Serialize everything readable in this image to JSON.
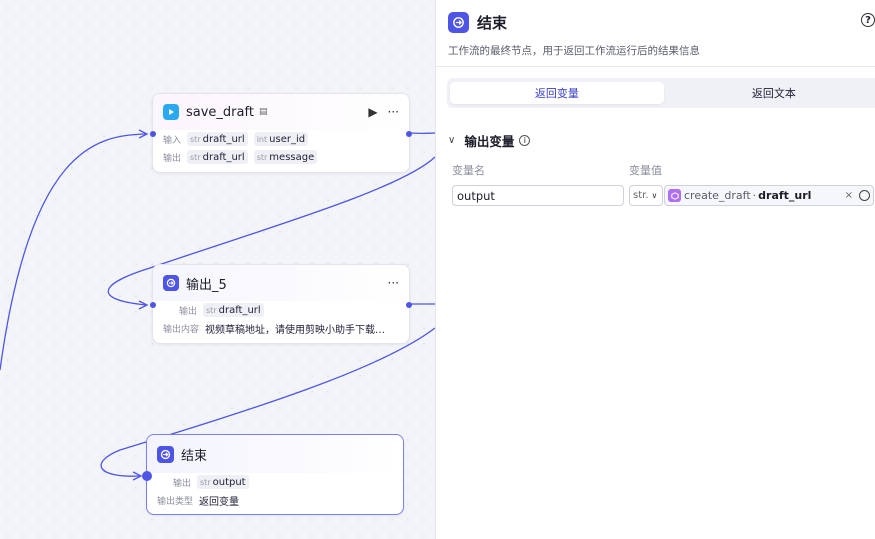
{
  "nodes": {
    "save_draft": {
      "title": "save_draft",
      "input_label": "输入",
      "output_label": "输出",
      "inputs": [
        {
          "type": "str",
          "name": "draft_url"
        },
        {
          "type": "int",
          "name": "user_id"
        }
      ],
      "outputs": [
        {
          "type": "str",
          "name": "draft_url"
        },
        {
          "type": "str",
          "name": "message"
        }
      ]
    },
    "output5": {
      "title": "输出_5",
      "output_label": "输出",
      "output": {
        "type": "str",
        "name": "draft_url"
      },
      "content_label": "输出内容",
      "content": "视频草稿地址，请使用剪映小助手下载…"
    },
    "end": {
      "title": "结束",
      "output_label": "输出",
      "output": {
        "type": "str",
        "name": "output"
      },
      "type_label": "输出类型",
      "type_value": "返回变量"
    }
  },
  "panel": {
    "title": "结束",
    "help": "?",
    "description": "工作流的最终节点，用于返回工作流运行后的结果信息",
    "tabs": [
      {
        "label": "返回变量",
        "active": true
      },
      {
        "label": "返回文本",
        "active": false
      }
    ],
    "section_title": "输出变量",
    "col_name": "变量名",
    "col_value": "变量值",
    "variable": {
      "name": "output",
      "type": "str.",
      "ref_source": "create_draft",
      "ref_separator": "·",
      "ref_var": "draft_url",
      "clear": "×"
    }
  },
  "colors": {
    "accent": "#4e55e6",
    "edge": "#4e55e6",
    "plugin_blue": "#2aa8f0",
    "ref_purple": "#b06ef0"
  }
}
